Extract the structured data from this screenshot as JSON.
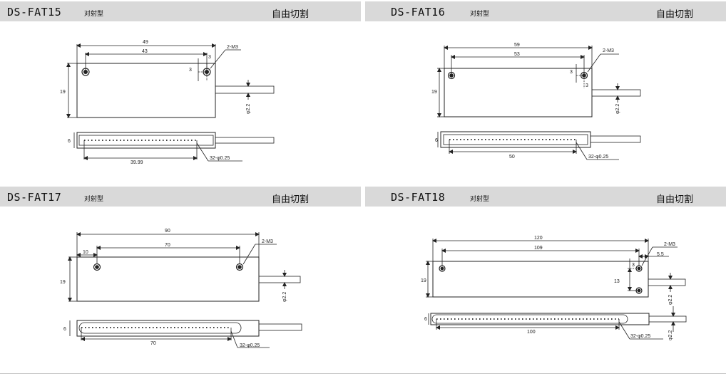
{
  "panels": [
    {
      "code": "DS-FAT15",
      "type": "对射型",
      "cut": "自由切割",
      "dims": {
        "overall": "49",
        "holes": "43",
        "hole_x_offset": "3",
        "hole_y_offset": "3",
        "height": "19",
        "thread": "2-M3",
        "cable": "φ2.2",
        "thickness": "6",
        "array": "39.99",
        "beams": "32-φ0.25"
      }
    },
    {
      "code": "DS-FAT16",
      "type": "对射型",
      "cut": "自由切割",
      "dims": {
        "overall": "59",
        "holes": "53",
        "hole_x_offset": "3",
        "hole_y_offset": "3",
        "height": "19",
        "thread": "2-M3",
        "cable": "φ2.2",
        "thickness": "6",
        "array": "50",
        "beams": "32-φ0.25"
      }
    },
    {
      "code": "DS-FAT17",
      "type": "对射型",
      "cut": "自由切割",
      "dims": {
        "overall": "90",
        "hole_left": "10",
        "holes": "70",
        "height": "19",
        "thread": "2-M3",
        "cable": "φ2.2",
        "thickness": "6",
        "array": "70",
        "beams": "32-φ0.25"
      }
    },
    {
      "code": "DS-FAT18",
      "type": "对射型",
      "cut": "自由切割",
      "dims": {
        "overall": "120",
        "holes": "109",
        "hole_right": "5.5",
        "hole_y_offset": "3",
        "hole_vertical": "13",
        "height": "19",
        "thread": "2-M3",
        "cable": "φ2.2",
        "thickness": "6",
        "array": "100",
        "beams": "32-φ0.25"
      }
    }
  ]
}
